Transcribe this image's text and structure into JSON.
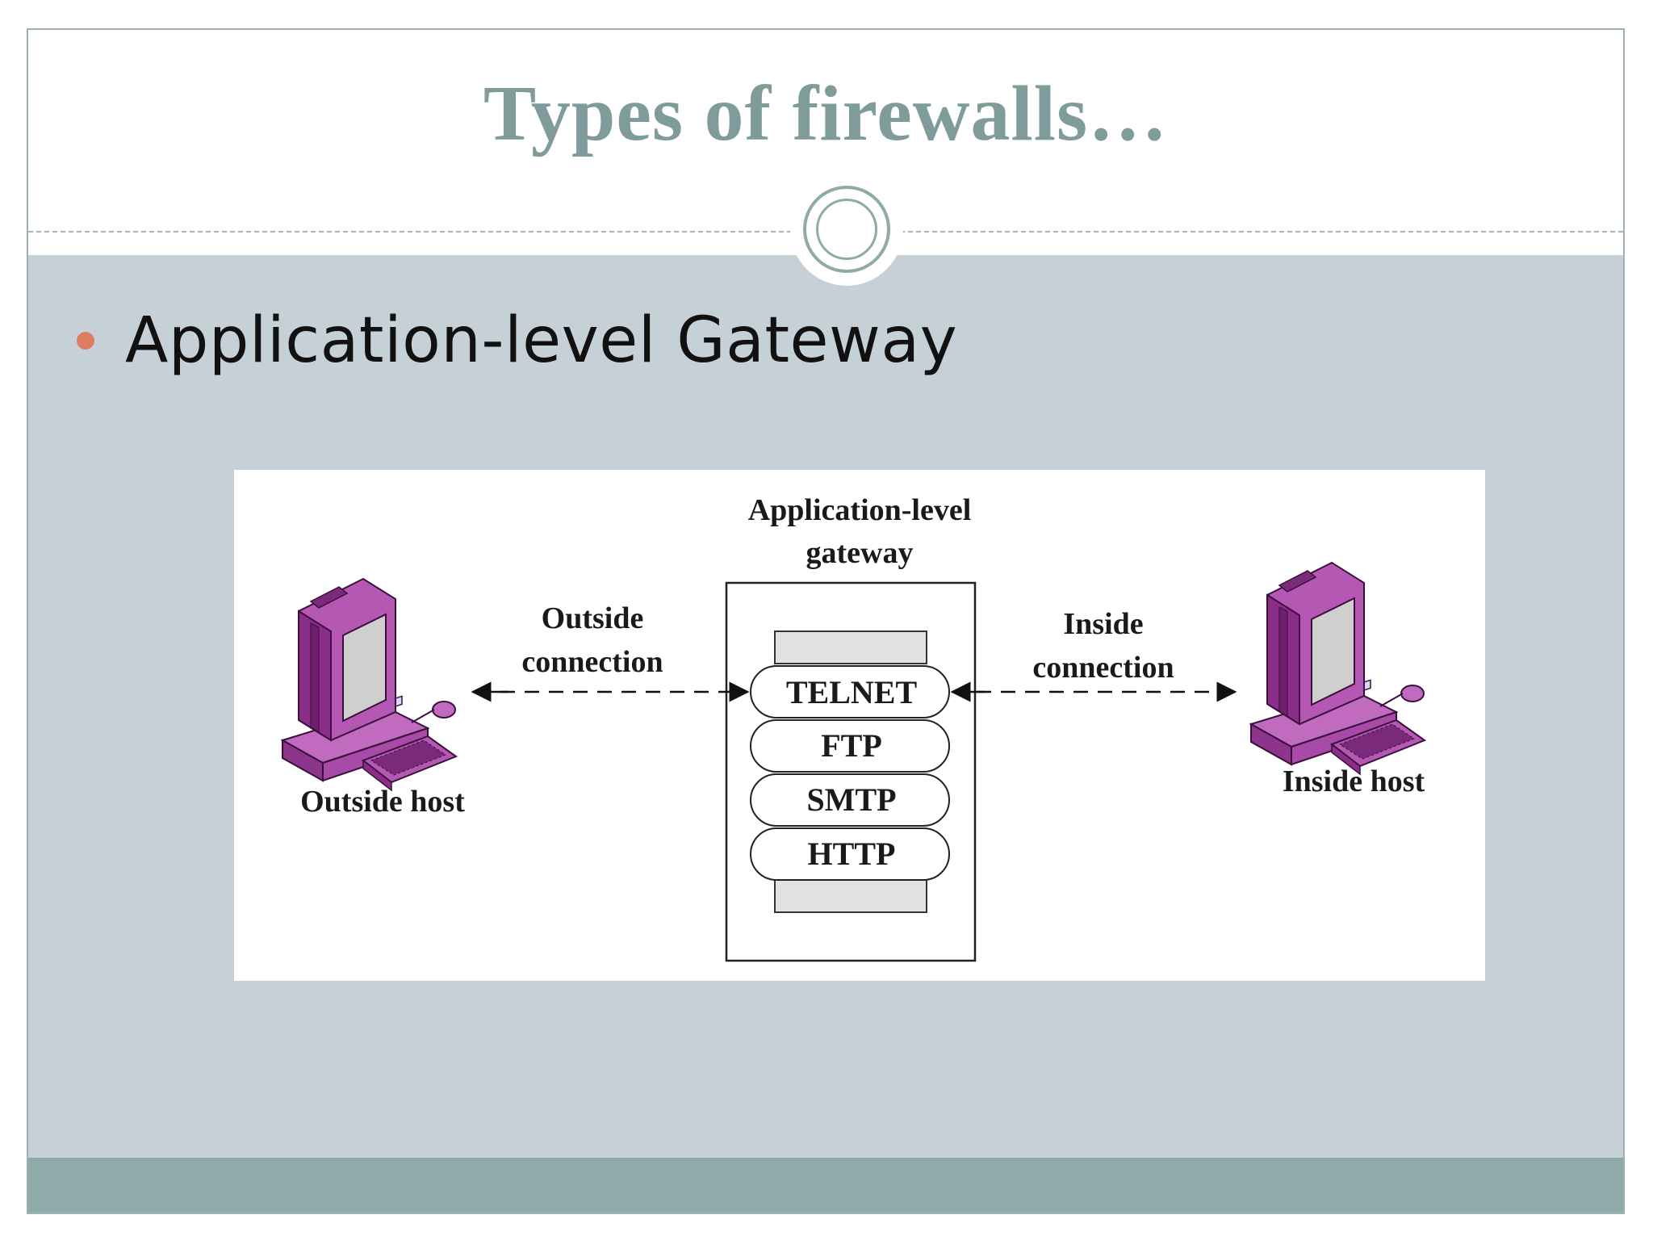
{
  "slide": {
    "title": "Types of firewalls…",
    "bullet": "Application-level Gateway"
  },
  "diagram": {
    "gateway_label_line1": "Application-level",
    "gateway_label_line2": "gateway",
    "outside_connection_line1": "Outside",
    "outside_connection_line2": "connection",
    "inside_connection_line1": "Inside",
    "inside_connection_line2": "connection",
    "outside_host": "Outside host",
    "inside_host": "Inside host",
    "protocols": [
      "TELNET",
      "FTP",
      "SMTP",
      "HTTP"
    ]
  },
  "colors": {
    "title": "#7f9c9b",
    "content_band": "#c5d1d7",
    "footer_band": "#8eaaa9",
    "bullet": "#dd7e63",
    "computer": "#b558b4"
  }
}
